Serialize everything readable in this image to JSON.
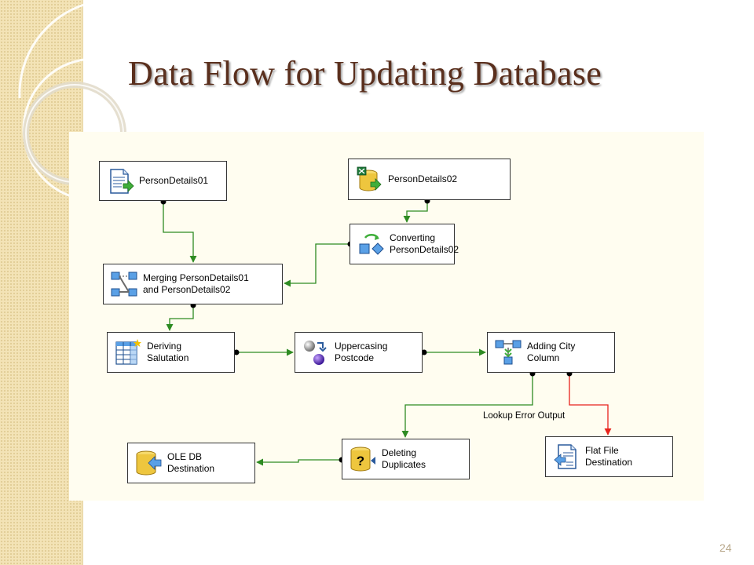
{
  "slide": {
    "title": "Data Flow for Updating Database",
    "number": "24"
  },
  "diagram": {
    "nodes": {
      "person_details_01": {
        "label": "PersonDetails01",
        "icon": "flat-file-source-icon"
      },
      "person_details_02": {
        "label": "PersonDetails02",
        "icon": "excel-source-icon"
      },
      "converting": {
        "label": "Converting\nPersonDetails02",
        "icon": "data-conversion-icon"
      },
      "merging": {
        "label": "Merging PersonDetails01\nand PersonDetails02",
        "icon": "merge-icon"
      },
      "deriving": {
        "label": "Deriving\nSalutation",
        "icon": "derived-column-icon"
      },
      "uppercasing": {
        "label": "Uppercasing\nPostcode",
        "icon": "character-map-icon"
      },
      "adding_city": {
        "label": "Adding City\nColumn",
        "icon": "lookup-icon"
      },
      "deleting": {
        "label": "Deleting\nDuplicates",
        "icon": "ole-db-command-icon"
      },
      "oledb_dest": {
        "label": "OLE DB\nDestination",
        "icon": "ole-db-destination-icon"
      },
      "flat_file_dest": {
        "label": "Flat File\nDestination",
        "icon": "flat-file-destination-icon"
      }
    },
    "edges": [
      {
        "from": "person_details_01",
        "to": "merging",
        "kind": "success"
      },
      {
        "from": "person_details_02",
        "to": "converting",
        "kind": "success"
      },
      {
        "from": "converting",
        "to": "merging",
        "kind": "success"
      },
      {
        "from": "merging",
        "to": "deriving",
        "kind": "success"
      },
      {
        "from": "deriving",
        "to": "uppercasing",
        "kind": "success"
      },
      {
        "from": "uppercasing",
        "to": "adding_city",
        "kind": "success"
      },
      {
        "from": "adding_city",
        "to": "deleting",
        "kind": "success"
      },
      {
        "from": "adding_city",
        "to": "flat_file_dest",
        "kind": "error"
      },
      {
        "from": "deleting",
        "to": "oledb_dest",
        "kind": "success"
      }
    ],
    "error_edge_label": "Lookup Error Output",
    "colors": {
      "success": "#2e8b22",
      "error": "#e8231c",
      "canvas": "#fffdf0",
      "title": "#5a2f1d"
    }
  }
}
